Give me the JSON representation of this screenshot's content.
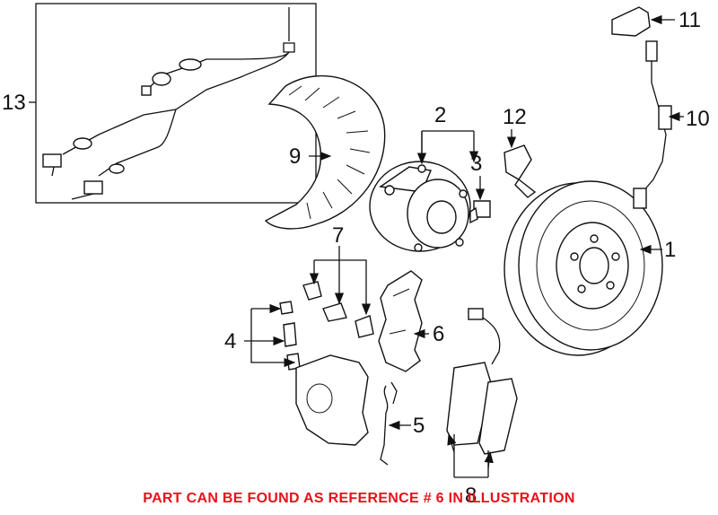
{
  "callouts": [
    "1",
    "2",
    "3",
    "4",
    "5",
    "6",
    "7",
    "8",
    "9",
    "10",
    "11",
    "12",
    "13"
  ],
  "note": "PART CAN BE FOUND AS REFERENCE # 6 IN ILLUSTRATION",
  "colors": {
    "note": "#e8101a",
    "lines": "#111111",
    "background": "#ffffff"
  }
}
